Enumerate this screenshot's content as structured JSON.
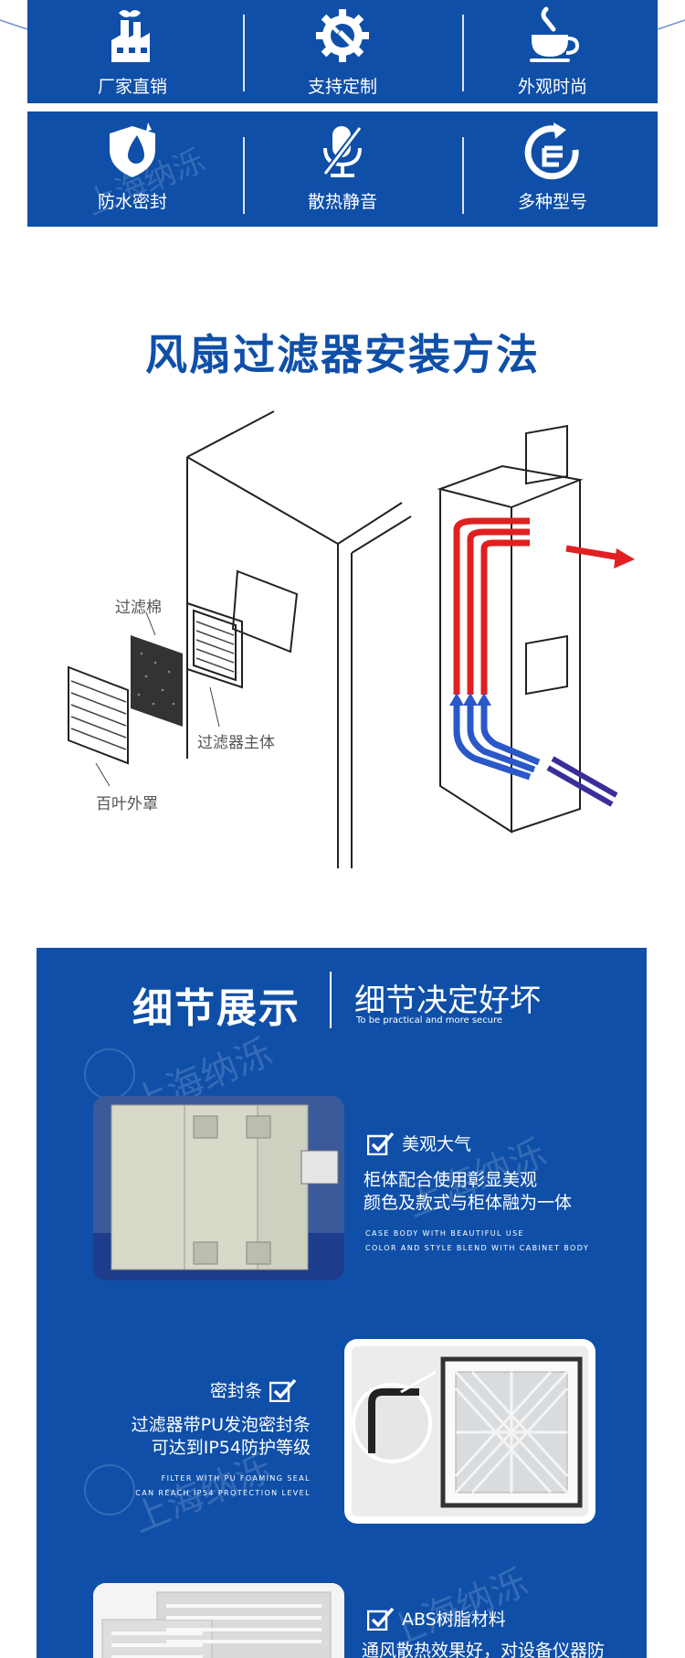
{
  "features": [
    {
      "label": "厂家直销",
      "icon": "factory-icon"
    },
    {
      "label": "支持定制",
      "icon": "gear-wrench-icon"
    },
    {
      "label": "外观时尚",
      "icon": "cup-icon"
    },
    {
      "label": "防水密封",
      "icon": "shield-drop-icon"
    },
    {
      "label": "散热静音",
      "icon": "mute-mic-icon"
    },
    {
      "label": "多种型号",
      "icon": "refresh-arrow-icon"
    }
  ],
  "install": {
    "title": "风扇过滤器安装方法",
    "labels": {
      "filter_cotton": "过滤棉",
      "filter_body": "过滤器主体",
      "louver_cover": "百叶外罩"
    }
  },
  "details": {
    "title": "细节展示",
    "subtitle": "细节决定好坏",
    "subtitle_en": "To be practical and more secure",
    "items": [
      {
        "head": "美观大气",
        "desc1": "柜体配合使用彰显美观",
        "desc2": "颜色及款式与柜体融为一体",
        "en1": "CASE BODY WITH BEAUTIFUL USE",
        "en2": "COLOR AND STYLE BLEND WITH CABINET BODY"
      },
      {
        "head": "密封条",
        "desc1": "过滤器带PU发泡密封条",
        "desc2": "可达到IP54防护等级",
        "en1": "FILTER WITH PU FOAMING SEAL",
        "en2": "CAN REACH IP54 PROTECTION LEVEL"
      },
      {
        "head": "ABS树脂材料",
        "desc1": "通风散热效果好，对设备仪器防"
      }
    ]
  },
  "watermark": "上海纳泺",
  "colors": {
    "brand_blue": "#0f4fa8",
    "arrow_red": "#e02020",
    "arrow_blue": "#2a58c8",
    "arrow_purple": "#3a2f9a"
  }
}
